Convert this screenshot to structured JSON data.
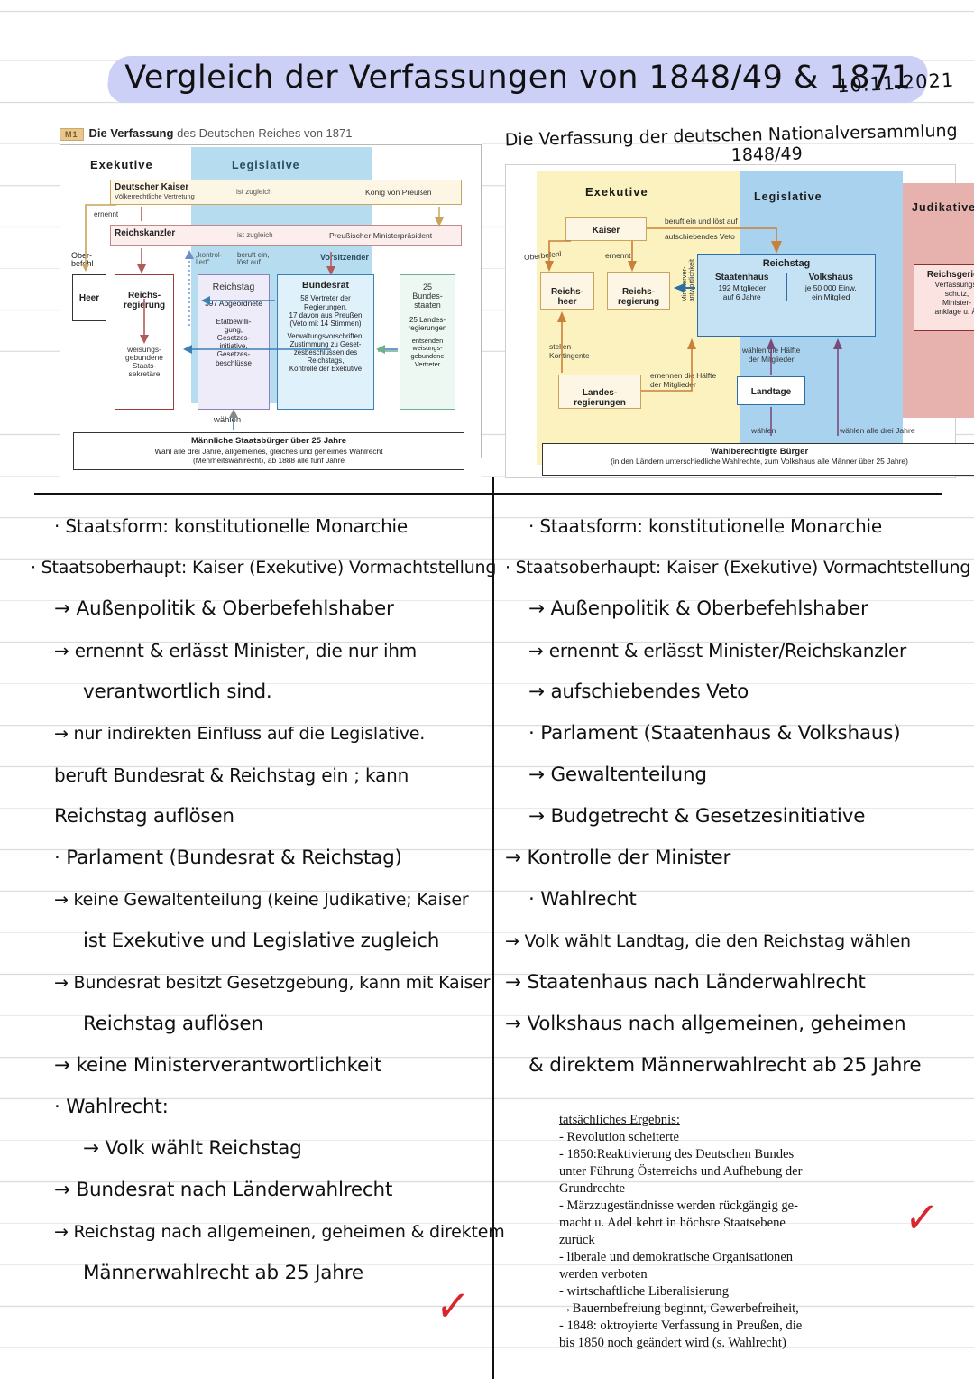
{
  "page": {
    "title": "Vergleich der Verfassungen von 1848/49 & 1871",
    "date": "10.11.2021",
    "check_mark": "✓"
  },
  "diagram_left": {
    "badge": "M1",
    "caption_bold": "Die Verfassung",
    "caption_rest": " des Deutschen Reiches von 1871",
    "bands": {
      "exekutive": "Exekutive",
      "legislative": "Legislative"
    },
    "boxes": {
      "kaiser_title": "Deutscher Kaiser",
      "kaiser_sub": "Völkerrechtliche Vertretung",
      "ist_zugleich_1": "ist zugleich",
      "koenig": "König von Preußen",
      "ernennt": "ernennt",
      "reichskanzler": "Reichskanzler",
      "ist_zugleich_2": "ist zugleich",
      "ministerpraesident": "Preußischer Ministerpräsident",
      "oberbefehl": "Ober-\nbefehl",
      "heer": "Heer",
      "reichsregierung": "Reichs-\nregierung",
      "staatssekretaere": "weisungs-\ngebundene\nStaats-\nsekretäre",
      "kontrolliert": "„kontrol-\nliert“",
      "beruft_ein": "beruft ein,\nlöst auf",
      "vorsitzender": "Vorsitzender",
      "reichstag": "Reichstag",
      "reichstag_sub": "397 Abgeordnete",
      "reichstag_sub2": "Etatbewilli-\ngung,\nGesetzes-\ninitiative,\nGesetzes-\nbeschlüsse",
      "bundesrat": "Bundesrat",
      "bundesrat_sub": "58 Vertreter der\nRegierungen,\n17 davon aus Preußen\n(Veto mit 14 Stimmen)",
      "bundesrat_sub2": "Verwaltungsvorschriften,\nZustimmung zu Geset-\nzesbeschlüssen des\nReichstags,\nKontrolle der Exekutive",
      "bundesstaaten": "25\nBundes-\nstaaten",
      "bundesstaaten_sub": "25 Landes-\nregierungen",
      "bundesstaaten_sub2": "entsenden\nweisungs-\ngebundene\nVertreter",
      "waehlen": "wählen",
      "footer_bold": "Männliche Staatsbürger über 25 Jahre",
      "footer_sub": "Wahl alle drei Jahre, allgemeines, gleiches und geheimes Wahlrecht\n(Mehrheitswahlrecht), ab 1888 alle fünf Jahre"
    }
  },
  "diagram_right": {
    "hand_caption_1": "Die Verfassung der deutschen Nationalversammlung",
    "hand_caption_2": "1848/49",
    "bands": {
      "exekutive": "Exekutive",
      "legislative": "Legislative",
      "judikative": "Judikative"
    },
    "boxes": {
      "kaiser": "Kaiser",
      "beruft": "beruft ein und löst auf",
      "veto": "aufschiebendes Veto",
      "oberbefehl": "Oberbefehl",
      "ernennt": "ernennt",
      "reichsheer": "Reichs-\nheer",
      "reichsregierung": "Reichs-\nregierung",
      "ministerver": "Ministerver-\nantwortlichkeit",
      "reichstag": "Reichstag",
      "staatenhaus": "Staatenhaus",
      "staatenhaus_sub": "192 Mitglieder\nauf 6 Jahre",
      "volkshaus": "Volkshaus",
      "volkshaus_sub": "je 50 000 Einw.\nein Mitglied",
      "reichsgericht": "Reichsgericht",
      "reichsgericht_sub": "Verfassungs-\nschutz,\nMinister-\nanklage u. Ä.",
      "stellen_kontingente": "stellen\nKontingente",
      "landesregierungen": "Landes-\nregierungen",
      "ernennen_haelfte": "ernennen die Hälfte\nder Mitglieder",
      "waehlen_haelfte": "wählen die Hälfte\nder Mitglieder",
      "landtage": "Landtage",
      "waehlen": "wählen",
      "waehlen_drei_jahre": "wählen alle drei Jahre",
      "footer_bold": "Wahlberechtigte Bürger",
      "footer_sub": "(in den Ländern unterschiedliche Wahlrechte, zum Volkshaus alle Männer über 25 Jahre)"
    }
  },
  "notes_left": [
    {
      "text": "· Staatsform: konstitutionelle Monarchie",
      "indent": 1
    },
    {
      "text": "· Staatsoberhaupt: Kaiser (Exekutive) Vormachtstellung",
      "indent": 0
    },
    {
      "text": "→ Außenpolitik & Oberbefehlshaber",
      "indent": 1
    },
    {
      "text": "→ ernennt & erlässt Minister, die nur ihm",
      "indent": 1
    },
    {
      "text": "verantwortlich sind.",
      "indent": 2
    },
    {
      "text": "→ nur indirekten Einfluss auf die Legislative.",
      "indent": 1
    },
    {
      "text": "beruft Bundesrat & Reichstag ein ; kann",
      "indent": 1
    },
    {
      "text": "Reichstag auflösen",
      "indent": 1
    },
    {
      "text": "· Parlament (Bundesrat & Reichstag)",
      "indent": 1
    },
    {
      "text": "→ keine Gewaltenteilung (keine Judikative; Kaiser",
      "indent": 1
    },
    {
      "text": "ist Exekutive und Legislative zugleich",
      "indent": 2
    },
    {
      "text": "→ Bundesrat besitzt Gesetzgebung, kann mit Kaiser",
      "indent": 1
    },
    {
      "text": "Reichstag auflösen",
      "indent": 2
    },
    {
      "text": "→ keine Ministerverantwortlichkeit",
      "indent": 1
    },
    {
      "text": "· Wahlrecht:",
      "indent": 1
    },
    {
      "text": "→ Volk wählt Reichstag",
      "indent": 2
    },
    {
      "text": "→ Bundesrat nach Länderwahlrecht",
      "indent": 1
    },
    {
      "text": "→ Reichstag nach allgemeinen, geheimen & direktem",
      "indent": 1
    },
    {
      "text": "Männerwahlrecht ab 25 Jahre",
      "indent": 2
    }
  ],
  "notes_right": [
    {
      "text": "· Staatsform: konstitutionelle Monarchie",
      "indent": 1
    },
    {
      "text": "· Staatsoberhaupt: Kaiser (Exekutive) Vormachtstellung",
      "indent": 0
    },
    {
      "text": "→ Außenpolitik & Oberbefehlshaber",
      "indent": 1
    },
    {
      "text": "→ ernennt & erlässt Minister/Reichskanzler",
      "indent": 1
    },
    {
      "text": "→ aufschiebendes Veto",
      "indent": 1
    },
    {
      "text": "· Parlament (Staatenhaus & Volkshaus)",
      "indent": 1
    },
    {
      "text": "→ Gewaltenteilung",
      "indent": 1
    },
    {
      "text": "→ Budgetrecht & Gesetzesinitiative",
      "indent": 1
    },
    {
      "text": "→ Kontrolle der Minister",
      "indent": 0
    },
    {
      "text": "· Wahlrecht",
      "indent": 1
    },
    {
      "text": "→ Volk wählt Landtag, die den Reichstag wählen",
      "indent": 0
    },
    {
      "text": "→ Staatenhaus nach Länderwahlrecht",
      "indent": 0
    },
    {
      "text": "→ Volkshaus nach allgemeinen, geheimen",
      "indent": 0
    },
    {
      "text": "& direktem Männerwahlrecht ab 25 Jahre",
      "indent": 1
    }
  ],
  "typed_block": {
    "heading": "tatsächliches Ergebnis:",
    "lines": [
      "- Revolution scheiterte",
      "- 1850:Reaktivierung des Deutschen Bundes",
      "unter Führung Österreichs und Aufhebung der",
      "Grundrechte",
      "- Märzzugeständnisse werden rückgängig ge-",
      "macht u. Adel kehrt in höchste Staatsebene",
      "zurück",
      "- liberale und demokratische Organisationen",
      "werden verboten",
      "- wirtschaftliche Liberalisierung",
      "→Bauernbefreiung beginnt, Gewerbefreiheit,",
      "- 1848: oktroyierte Verfassung in Preußen, die",
      "bis 1850 noch geändert wird (s. Wahlrecht)"
    ]
  },
  "colors": {
    "highlight": "#ccd0f7",
    "check_red": "#d8262c",
    "legislative_blue": "#aed6ef",
    "exekutive_yellow": "#f8f0b8",
    "judikative_red": "#e9b4b0",
    "kaiser_box_border": "#b08838",
    "kanzler_box_border": "#a04a4a"
  }
}
